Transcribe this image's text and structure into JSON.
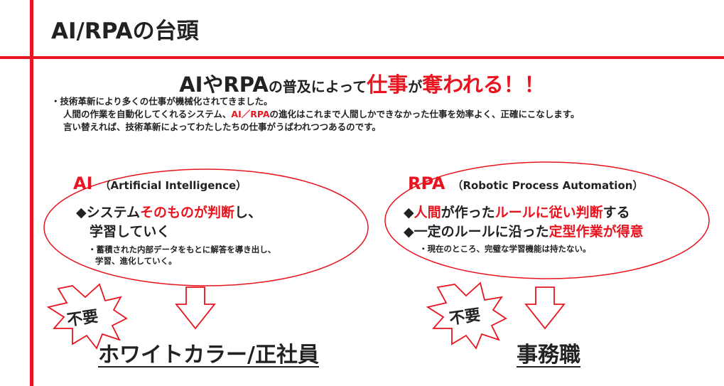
{
  "title": "AI/RPAの台頭",
  "headline": {
    "part1": "AIやRPA",
    "part2": "の普及によって",
    "part3": "仕事",
    "part4": "が",
    "part5": "奪われる！！"
  },
  "intro": {
    "line1": "・技術革新により多くの仕事が機械化されてきました。",
    "line2_a": "人間の作業を自動化してくれるシステム、",
    "line2_b": "AI／RPA",
    "line2_c": "の進化はこれまで人間しかできなかった仕事を効率よく、正確にこなします。",
    "line3": "言い替えれば、技術革新によってわたしたちの仕事がうばわれつつあるのです。"
  },
  "ai": {
    "label": "AI",
    "sub": "（Artificial Intelligence）",
    "feat1_a": "◆システム",
    "feat1_b": "そのものが判断",
    "feat1_c": "し、",
    "feat2": "学習していく",
    "note1": "・蓄積された内部データをもとに解答を導き出し、",
    "note2": "学習、進化していく。",
    "burst": "不要",
    "result": "ホワイトカラー/正社員"
  },
  "rpa": {
    "label": "RPA",
    "sub": "（Robotic Process Automation）",
    "feat1_a": "◆",
    "feat1_b": "人間",
    "feat1_c": "が作った",
    "feat1_d": "ルールに従い判断",
    "feat1_e": "する",
    "feat2_a": "◆一定のルールに沿った",
    "feat2_b": "定型作業が得意",
    "note1": "・現在のところ、完璧な学習機能は持たない。",
    "burst": "不要",
    "result": "事務職"
  },
  "colors": {
    "accent": "#e8141f",
    "text": "#222222"
  }
}
